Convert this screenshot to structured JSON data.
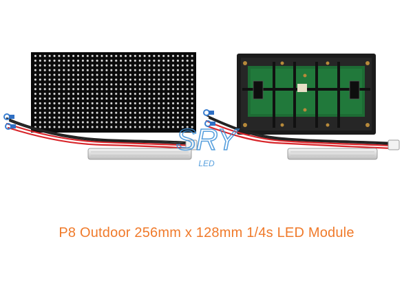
{
  "product": {
    "caption": "P8 Outdoor 256mm x 128mm 1/4s LED Module"
  },
  "watermark": {
    "brand": "SRY",
    "sub": "LED",
    "color": "#3a8fd8"
  },
  "colors": {
    "caption": "#f07a2a",
    "pcb": "#1d6b34",
    "red_wire": "#d8262b"
  }
}
